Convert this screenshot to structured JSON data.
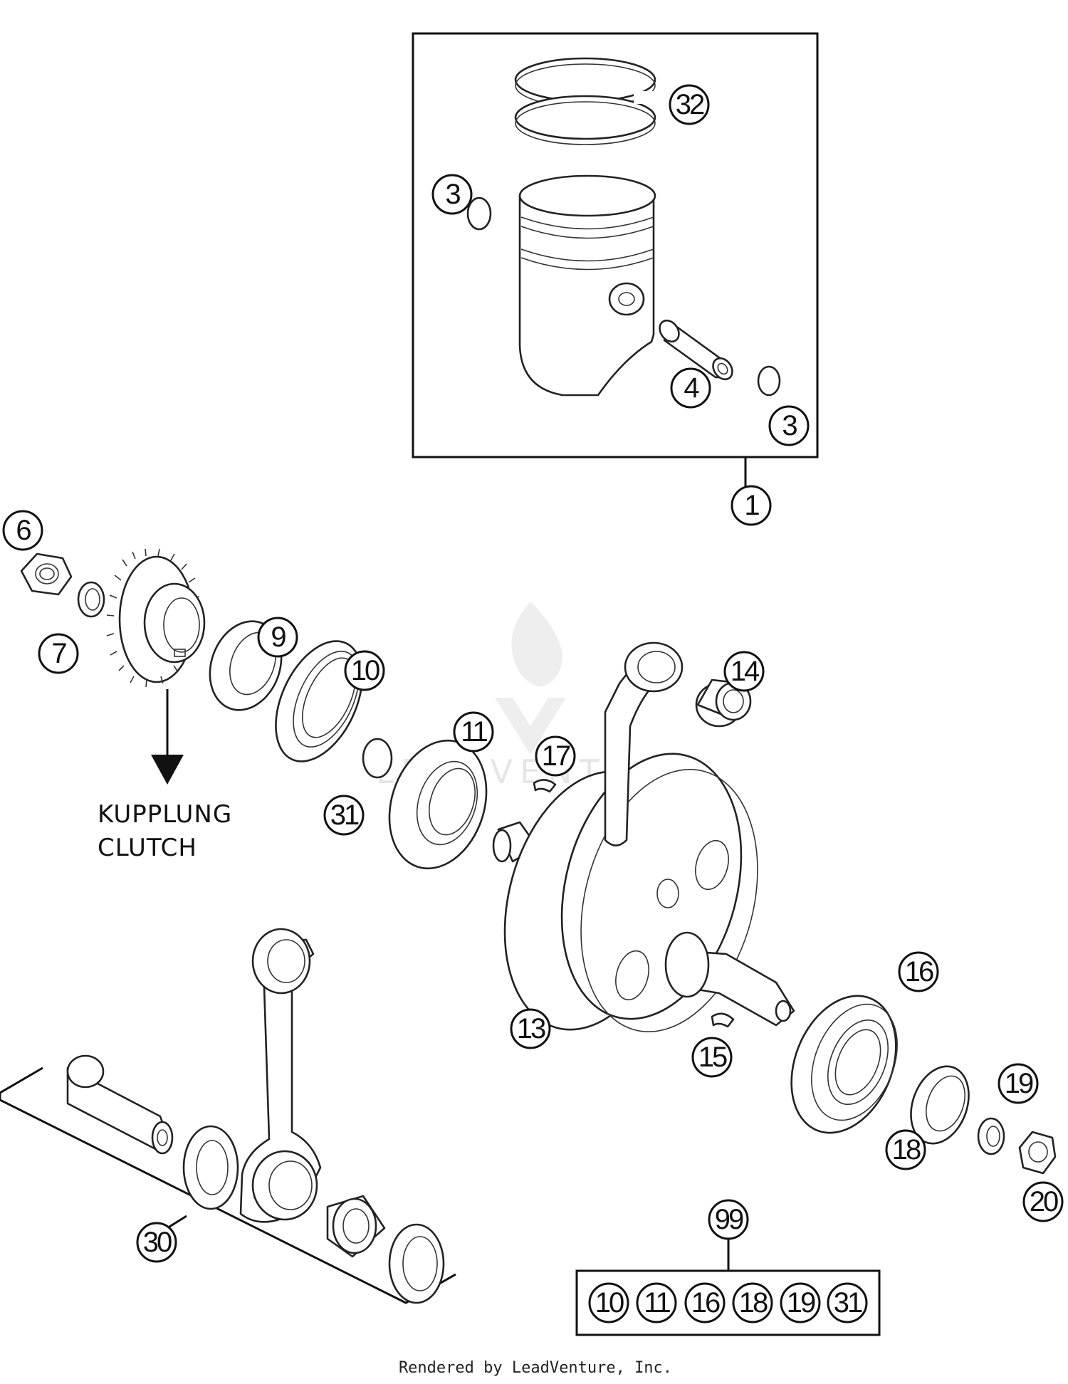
{
  "callouts": {
    "c32": "32",
    "c3a": "3",
    "c4": "4",
    "c3b": "3",
    "c1": "1",
    "c6": "6",
    "c7": "7",
    "c9": "9",
    "c10": "10",
    "c31": "31",
    "c11": "11",
    "c17": "17",
    "c14": "14",
    "c13": "13",
    "c15": "15",
    "c16": "16",
    "c19": "19",
    "c18": "18",
    "c20": "20",
    "c30": "30",
    "c99": "99"
  },
  "kit_items": [
    "10",
    "11",
    "16",
    "18",
    "19",
    "31"
  ],
  "clutch_label": {
    "line1": "KUPPLUNG",
    "line2": "CLUTCH"
  },
  "watermark": "LEADVENTURE",
  "footer": "Rendered by LeadVenture, Inc."
}
